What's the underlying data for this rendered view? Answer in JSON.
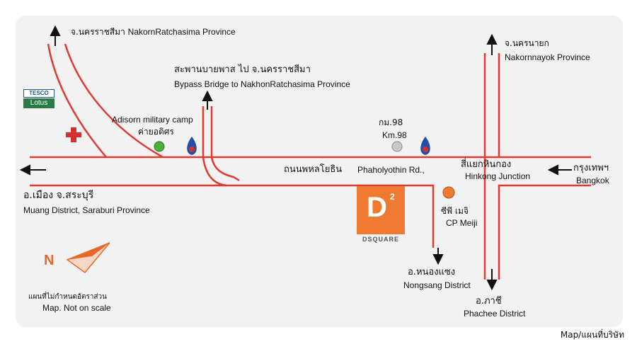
{
  "labels": {
    "north_top_th": "จ.นครราชสีมา",
    "north_top_en": "NakornRatchasima Province",
    "bypass_th": "สะพานบายพาส  ไป จ.นครราชสีมา",
    "bypass_en": "Bypass Bridge to NakhonRatchasima Province",
    "nakornnayok_th": "จ.นครนายก",
    "nakornnayok_en": "Nakornnayok Province",
    "adisorn_en": "Adisorn military camp",
    "adisorn_th": "ค่ายอดิศร",
    "km98_th": "กม.98",
    "km98_en": "Km.98",
    "road_th": "ถนนพหลโยธิน",
    "road_en": "Phaholyothin Rd.,",
    "hinkong_th": "สี่แยกหินกอง",
    "hinkong_en": "Hinkong Junction",
    "bangkok_th": "กรุงเทพฯ",
    "bangkok_en": "Bangkok",
    "muang_th": "อ.เมือง จ.สระบุรี",
    "muang_en": "Muang District, Saraburi Province",
    "cpmeiji_th": "ซีพี เมจิ",
    "cpmeiji_en": "CP Meiji",
    "nongsang_th": "อ.หนองแซง",
    "nongsang_en": "Nongsang District",
    "phachee_th": "อ.ภาชี",
    "phachee_en": "Phachee District",
    "scale_th": "แผนที่ไม่กำหนดอัตราส่วน",
    "scale_en": "Map. Not on scale",
    "credit": "Map/แผนที่บริษัท"
  },
  "logos": {
    "tesco_top": "TESCO",
    "tesco_bottom": "Lotus",
    "dsquare_letter": "D",
    "dsquare_super": "2",
    "dsquare_name": "DSQUARE"
  },
  "compass": {
    "letter": "N"
  },
  "colors": {
    "road": "#e03a32",
    "accent": "#f07a32",
    "panel": "#f2f2f2"
  }
}
